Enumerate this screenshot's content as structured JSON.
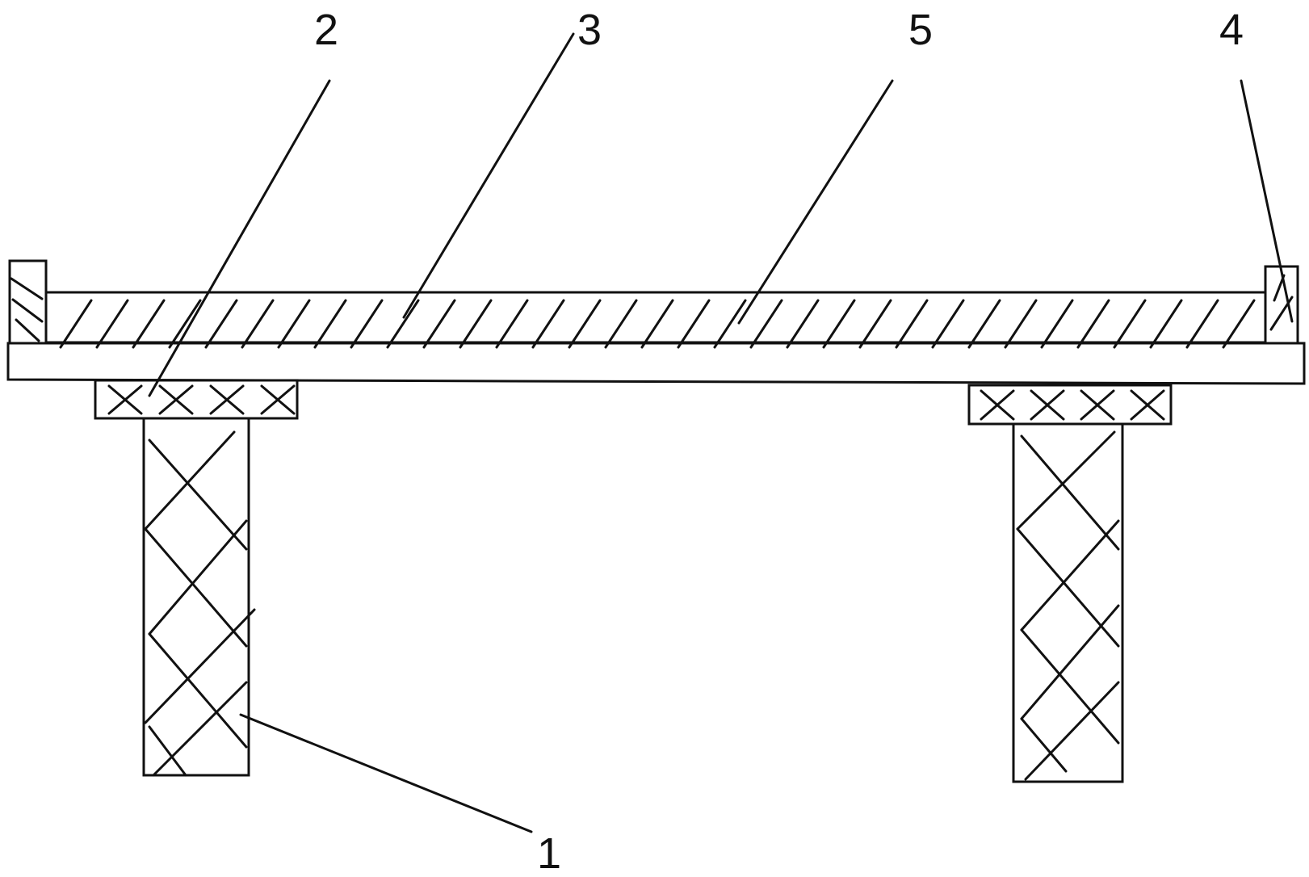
{
  "labels": {
    "pile": "1",
    "cap": "2",
    "beam": "3",
    "end_block": "4",
    "deck": "5"
  },
  "colors": {
    "stroke": "#111111",
    "background": "#ffffff"
  }
}
